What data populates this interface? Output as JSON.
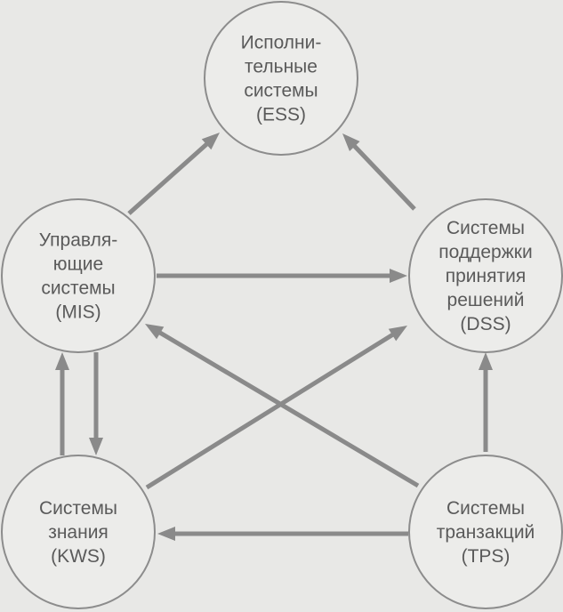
{
  "nodes": [
    {
      "id": "ess",
      "lines": [
        "Исполни-",
        "тельные",
        "системы",
        "(ESS)"
      ]
    },
    {
      "id": "mis",
      "lines": [
        "Управля-",
        "ющие",
        "системы",
        "(MIS)"
      ]
    },
    {
      "id": "dss",
      "lines": [
        "Системы",
        "поддержки",
        "принятия",
        "решений",
        "(DSS)"
      ]
    },
    {
      "id": "kws",
      "lines": [
        "Системы",
        "знания",
        "(KWS)"
      ]
    },
    {
      "id": "tps",
      "lines": [
        "Системы",
        "транзакций",
        "(TPS)"
      ]
    }
  ],
  "edges": [
    {
      "from": "mis",
      "to": "ess"
    },
    {
      "from": "dss",
      "to": "ess"
    },
    {
      "from": "mis",
      "to": "dss"
    },
    {
      "from": "kws",
      "to": "dss"
    },
    {
      "from": "tps",
      "to": "mis"
    },
    {
      "from": "tps",
      "to": "dss"
    },
    {
      "from": "tps",
      "to": "kws"
    },
    {
      "from": "kws",
      "to": "mis"
    },
    {
      "from": "mis",
      "to": "kws"
    }
  ]
}
